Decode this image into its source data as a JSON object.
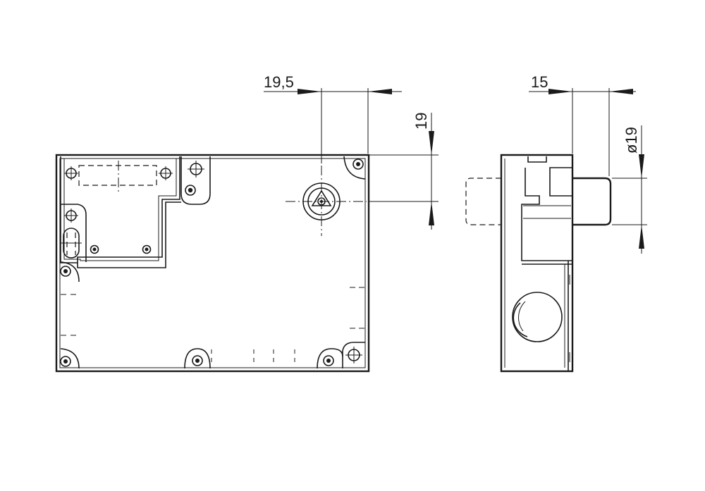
{
  "drawing": {
    "dimensions": {
      "top_offset": "19,5",
      "vertical_offset": "19",
      "side_offset": "15",
      "diameter": "ø19"
    },
    "colors": {
      "line": "#1a1a1a",
      "background": "#ffffff"
    }
  }
}
